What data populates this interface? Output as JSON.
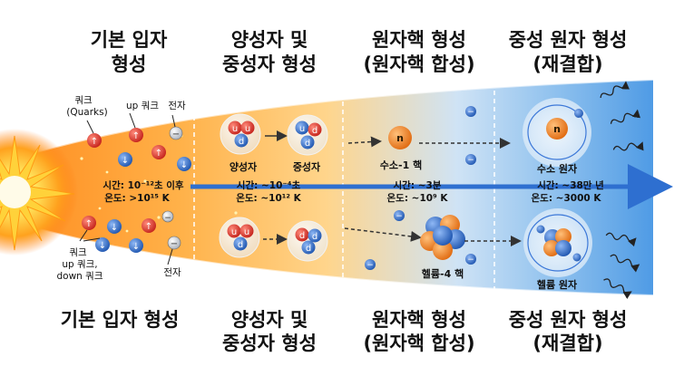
{
  "headings_top": [
    "기본 입자\n형성",
    "양성자 및\n중성자 형성",
    "원자핵 형성\n(원자핵 합성)",
    "중성 원자 형성\n(재결합)"
  ],
  "headings_bottom": [
    "기본 입자 형성",
    "양성자 및\n중성자 형성",
    "원자핵 형성\n(원자핵 합성)",
    "중성 원자 형성\n(재결합)"
  ],
  "particle_labels": {
    "quarks_kr": "쿼크",
    "quarks_en": "(Quarks)",
    "up_quark": "up 쿼크",
    "electron_top": "전자",
    "quarks_bottom_1": "쿼크",
    "quarks_bottom_2": "up 쿼크,",
    "quarks_bottom_3": "down 쿼크",
    "electron_bottom": "전자"
  },
  "stage_labels": {
    "proton": "양성자",
    "neutron": "중성자",
    "hydrogen_nucleus": "수소-1 핵",
    "helium_nucleus": "헬륨-4 핵",
    "hydrogen_atom": "수소 원자",
    "helium_atom": "헬륨 원자"
  },
  "particle_symbols": {
    "up": "u",
    "down": "d",
    "neutron": "n",
    "electron": "−",
    "spin_up": "↑",
    "spin_down": "↓"
  },
  "timelines": [
    {
      "time": "시간: 10⁻¹²초 이후",
      "temp": "온도: >10¹⁵ K"
    },
    {
      "time": "시간: ~10⁻⁴초",
      "temp": "온도: ~10¹² K"
    },
    {
      "time": "시간: ~3분",
      "temp": "온도: ~10⁹ K"
    },
    {
      "time": "시간: ~38만 년",
      "temp": "온도: ~3000 K"
    }
  ],
  "colors": {
    "proton_red": "#d8322a",
    "neutron_blue": "#2f6fcf",
    "electron_blue": "#3c78d8",
    "arrow_blue": "#2e6fd0"
  }
}
